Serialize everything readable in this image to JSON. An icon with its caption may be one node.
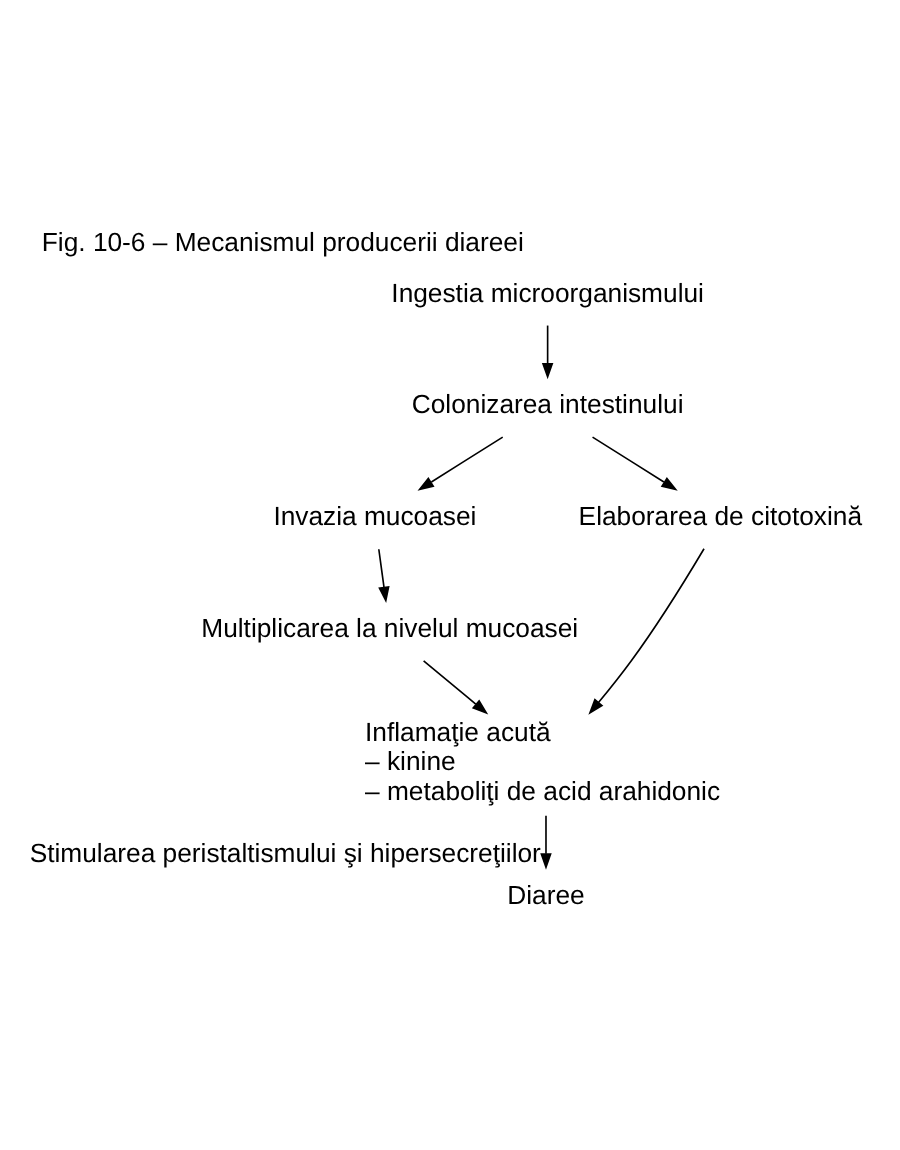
{
  "diagram": {
    "title": "Fig. 10-6 – Mecanismul producerii diareei",
    "nodes": [
      {
        "text": [
          "Ingestia microorganismului"
        ]
      },
      {
        "text": [
          "Colonizarea intestinului"
        ]
      },
      {
        "text": [
          "Invazia mucoasei"
        ]
      },
      {
        "text": [
          "Elaborarea de citotoxină"
        ]
      },
      {
        "text": [
          "Multiplicarea la nivelul mucoasei"
        ]
      },
      {
        "text": [
          "Inflamaţie acută",
          "– kinine",
          "– metaboliţi de acid arahidonic"
        ]
      },
      {
        "text": [
          "Diaree"
        ]
      }
    ],
    "edges": [
      {
        "from": 0,
        "to": 1,
        "arrow": "to"
      },
      {
        "from": 1,
        "to": 2,
        "arrow": "to"
      },
      {
        "from": 1,
        "to": 3,
        "arrow": "to"
      },
      {
        "from": 2,
        "to": 4,
        "arrow": "to"
      },
      {
        "from": 4,
        "to": 5,
        "arrow": "to"
      },
      {
        "from": 3,
        "to": 5,
        "arrow": "to"
      },
      {
        "from": 5,
        "to": 6,
        "arrow": "to",
        "label": "Stimularea peristaltismului şi hipersecreţiilor"
      }
    ]
  }
}
